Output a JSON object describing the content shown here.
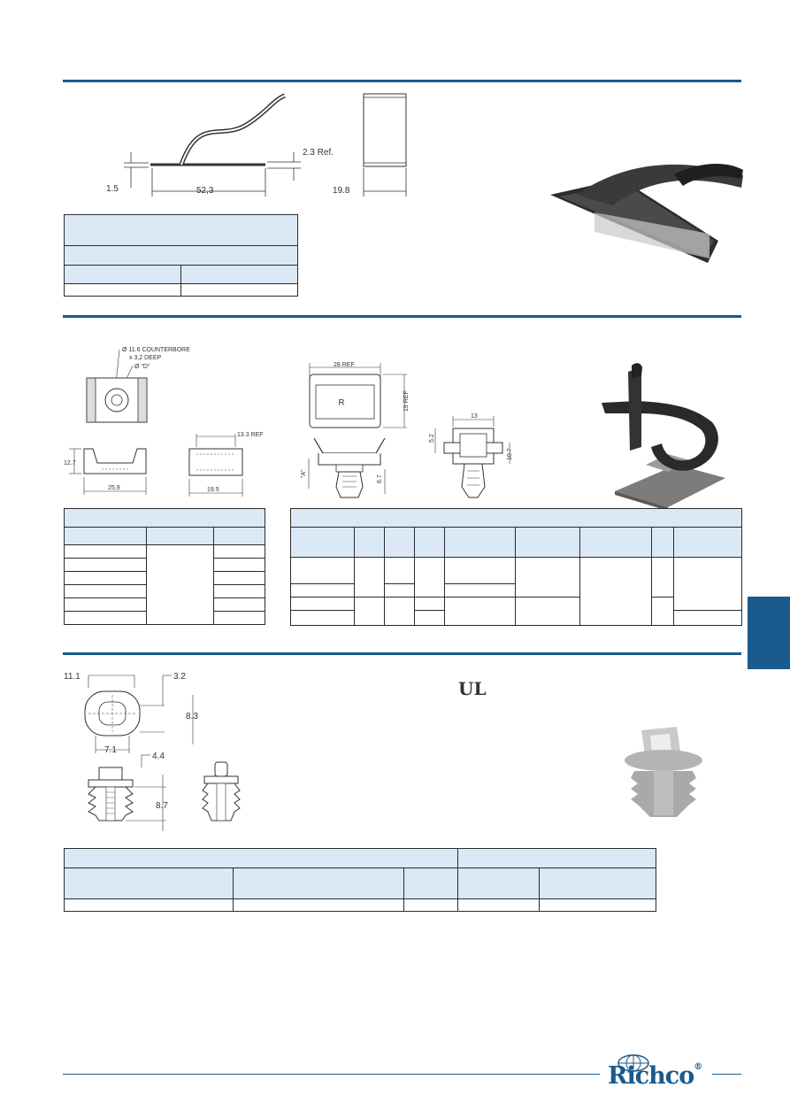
{
  "section1": {
    "dims": {
      "thickness": "1.5",
      "length": "52,3",
      "ref_thickness": "2.3 Ref.",
      "width": "19.8"
    },
    "image": "velcro-strap-photo"
  },
  "section2": {
    "dims": {
      "counterbore": "Ø 11.6 COUNTERBORE",
      "counterbore_depth": "x 3,2 DEEP",
      "hole": "Ø \"D\"",
      "height": "12.7",
      "base_width": "25,9",
      "ref_133": "13.3 REF",
      "width_195": "19.5",
      "ref_28": "28 REF",
      "ref_19": "19 REF",
      "dim_a": "\"A\"",
      "dim_67": "6.7",
      "dim_13": "13",
      "dim_52": "5.2",
      "dim_107": "10.7"
    },
    "image": "cable-tie-mount-photo"
  },
  "section3": {
    "dims": {
      "d111": "11.1",
      "d32": "3.2",
      "d83": "8.3",
      "d71": "7.1",
      "d44": "4.4",
      "d87": "8.7"
    },
    "ul_mark": "UL",
    "image": "push-mount-photo"
  },
  "footer": {
    "brand": "Richco",
    "registered": "®"
  },
  "colors": {
    "accent": "#1b5a8c",
    "table_header": "#dbe9f6"
  }
}
